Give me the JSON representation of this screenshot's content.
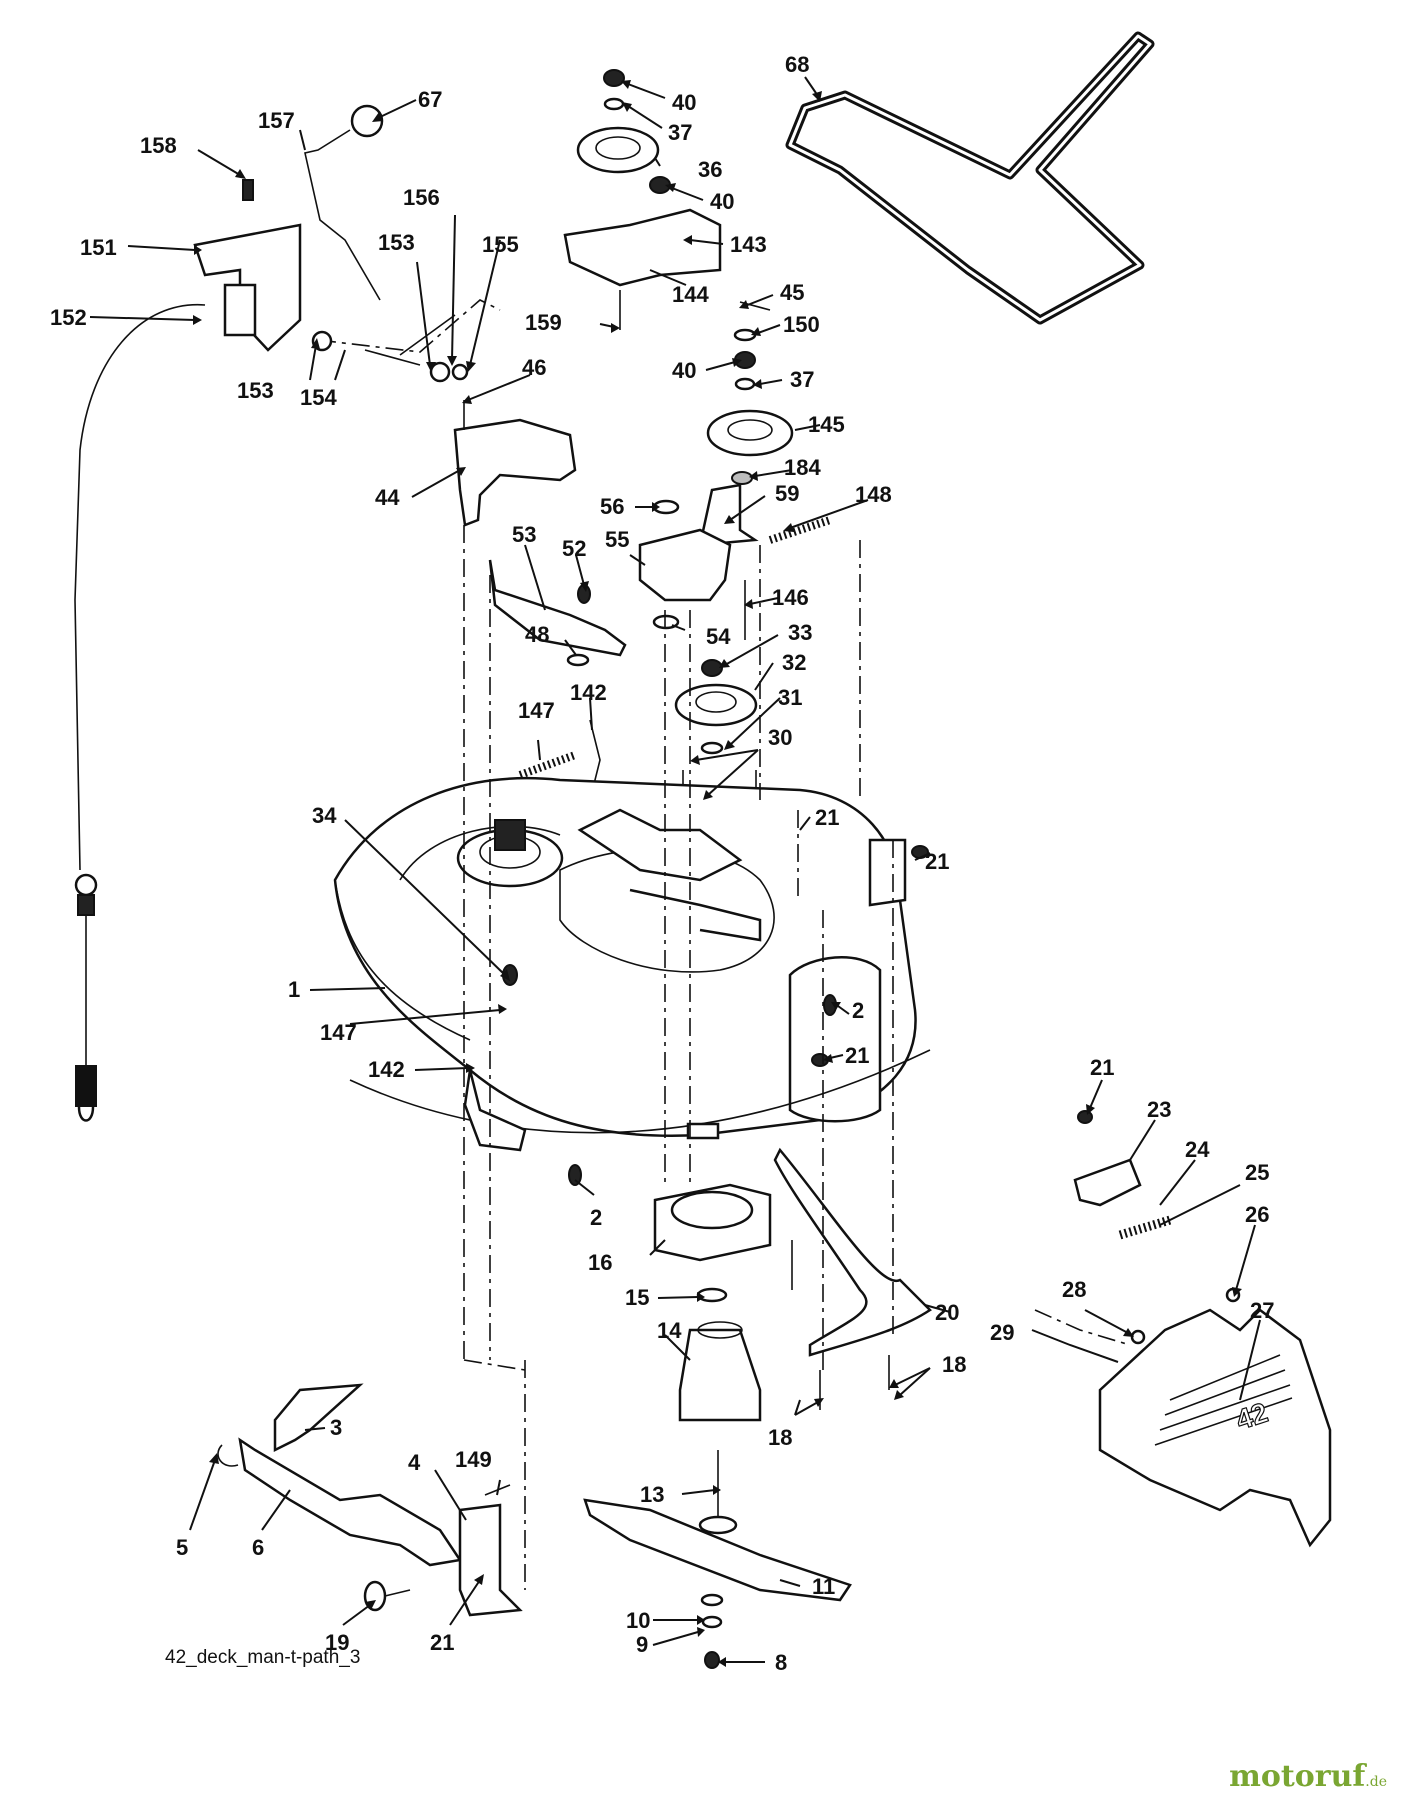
{
  "diagram_code": "42_deck_man-t-path_3",
  "watermark": {
    "brand": "motoruf",
    "suffix": ".de"
  },
  "callouts": [
    "68",
    "67",
    "157",
    "158",
    "151",
    "152",
    "153",
    "156",
    "155",
    "153",
    "154",
    "40",
    "37",
    "36",
    "40",
    "143",
    "144",
    "159",
    "45",
    "150",
    "40",
    "37",
    "145",
    "184",
    "46",
    "44",
    "56",
    "59",
    "148",
    "53",
    "52",
    "55",
    "146",
    "48",
    "54",
    "33",
    "32",
    "31",
    "147",
    "142",
    "30",
    "21",
    "21",
    "34",
    "1",
    "147",
    "2",
    "21",
    "142",
    "21",
    "23",
    "24",
    "25",
    "26",
    "2",
    "16",
    "15",
    "20",
    "14",
    "18",
    "18",
    "28",
    "27",
    "29",
    "3",
    "4",
    "149",
    "13",
    "5",
    "6",
    "19",
    "21",
    "11",
    "10",
    "9",
    "8"
  ]
}
